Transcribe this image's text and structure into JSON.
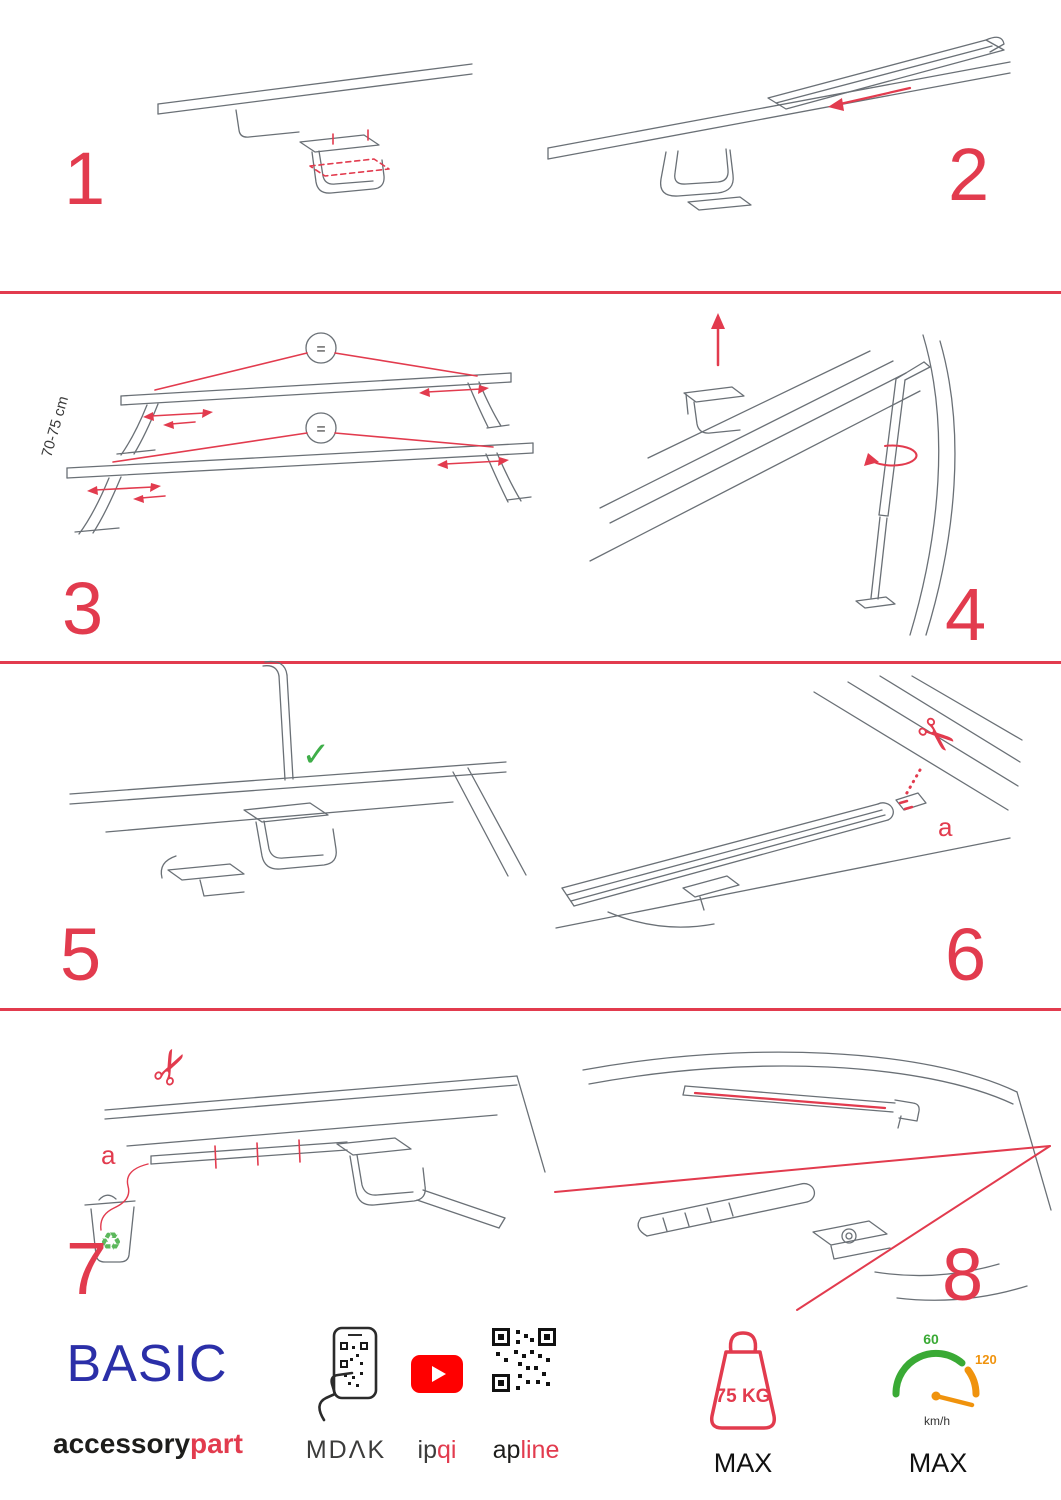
{
  "colors": {
    "accent_red": "#e23b4e",
    "brand_blue": "#2b2fa8",
    "check_green": "#3fae49",
    "recycle_green": "#5cb85c",
    "speed_green": "#3aaa35",
    "speed_orange": "#f0930d",
    "youtube_red": "#ff0000",
    "ink": "#1d1d1b",
    "line_art": "#6a7076"
  },
  "icons": {
    "scissors": "✂",
    "check": "✓",
    "recycle": "♻"
  },
  "steps": [
    {
      "number": "1"
    },
    {
      "number": "2"
    },
    {
      "number": "3",
      "annotations": {
        "equals": "=",
        "measurement": "70-75 cm"
      }
    },
    {
      "number": "4"
    },
    {
      "number": "5"
    },
    {
      "number": "6",
      "annotations": {
        "part_label": "a"
      }
    },
    {
      "number": "7",
      "annotations": {
        "part_label": "a"
      }
    },
    {
      "number": "8"
    }
  ],
  "footer": {
    "brand_title": "BASIC",
    "brand_subtitle_black": "accessory",
    "brand_subtitle_red": "part",
    "app_label": "MDΛK",
    "youtube_label_black": "ip",
    "youtube_label_red": "qi",
    "site_label_black": "ap",
    "site_label_red": "line",
    "weight_value": "75 KG",
    "weight_max_label": "MAX",
    "speed_low": "60",
    "speed_high": "120",
    "speed_unit": "km/h",
    "speed_max_label": "MAX"
  }
}
